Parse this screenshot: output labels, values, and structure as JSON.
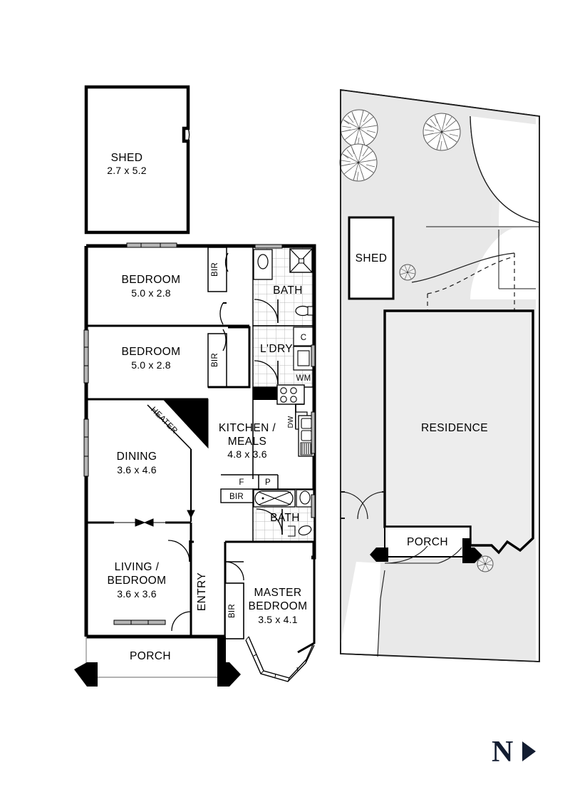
{
  "document": {
    "type": "floor-plan",
    "north_indicator": {
      "letter": "N",
      "arrow": "north-arrow-triangle",
      "color": "#131d31"
    }
  },
  "colors": {
    "wall": "#000000",
    "line": "#1a1a1a",
    "site_fill": "#e8e8e8",
    "tile_line": "#b8b8b8",
    "window": "#b5b5b5",
    "paper": "#ffffff"
  },
  "floorplan": {
    "detached_shed": {
      "name": "SHED",
      "dimensions": "2.7 x 5.2"
    },
    "rooms": [
      {
        "name": "BEDROOM",
        "dimensions": "5.0 x 2.8"
      },
      {
        "name": "BEDROOM",
        "dimensions": "5.0 x 2.8"
      },
      {
        "name": "DINING",
        "dimensions": "3.6 x 4.6"
      },
      {
        "name": "LIVING /",
        "name2": "BEDROOM",
        "dimensions": "3.6 x 3.6"
      },
      {
        "name": "KITCHEN /",
        "name2": "MEALS",
        "dimensions": "4.8 x 3.6"
      },
      {
        "name": "MASTER",
        "name2": "BEDROOM",
        "dimensions": "3.5 x 4.1"
      }
    ],
    "bedroom1": {
      "name": "BEDROOM",
      "dimensions": "5.0 x 2.8"
    },
    "bedroom2": {
      "name": "BEDROOM",
      "dimensions": "5.0 x 2.8"
    },
    "dining": {
      "name": "DINING",
      "dimensions": "3.6 x 4.6"
    },
    "living": {
      "line1": "LIVING /",
      "line2": "BEDROOM",
      "dimensions": "3.6 x 3.6"
    },
    "kitchen": {
      "line1": "KITCHEN /",
      "line2": "MEALS",
      "dimensions": "4.8 x 3.6"
    },
    "master": {
      "line1": "MASTER",
      "line2": "BEDROOM",
      "dimensions": "3.5 x 4.1"
    },
    "bath_rear": {
      "name": "BATH"
    },
    "bath_front": {
      "name": "BATH"
    },
    "laundry": {
      "name": "L'DRY"
    },
    "porch": {
      "name": "PORCH"
    },
    "entry": {
      "name": "ENTRY"
    },
    "heater": {
      "name": "HEATER"
    },
    "fixtures": {
      "bir_1": "BIR",
      "bir_2": "BIR",
      "bir_3": "BIR",
      "bir_4": "BIR",
      "cupboard": "C",
      "washing_machine": "WM",
      "dishwasher": "DW",
      "fridge": "F",
      "pantry": "P"
    }
  },
  "siteplan": {
    "shed": {
      "name": "SHED"
    },
    "residence": {
      "name": "RESIDENCE"
    },
    "porch": {
      "name": "PORCH"
    },
    "tree_count": 5
  }
}
